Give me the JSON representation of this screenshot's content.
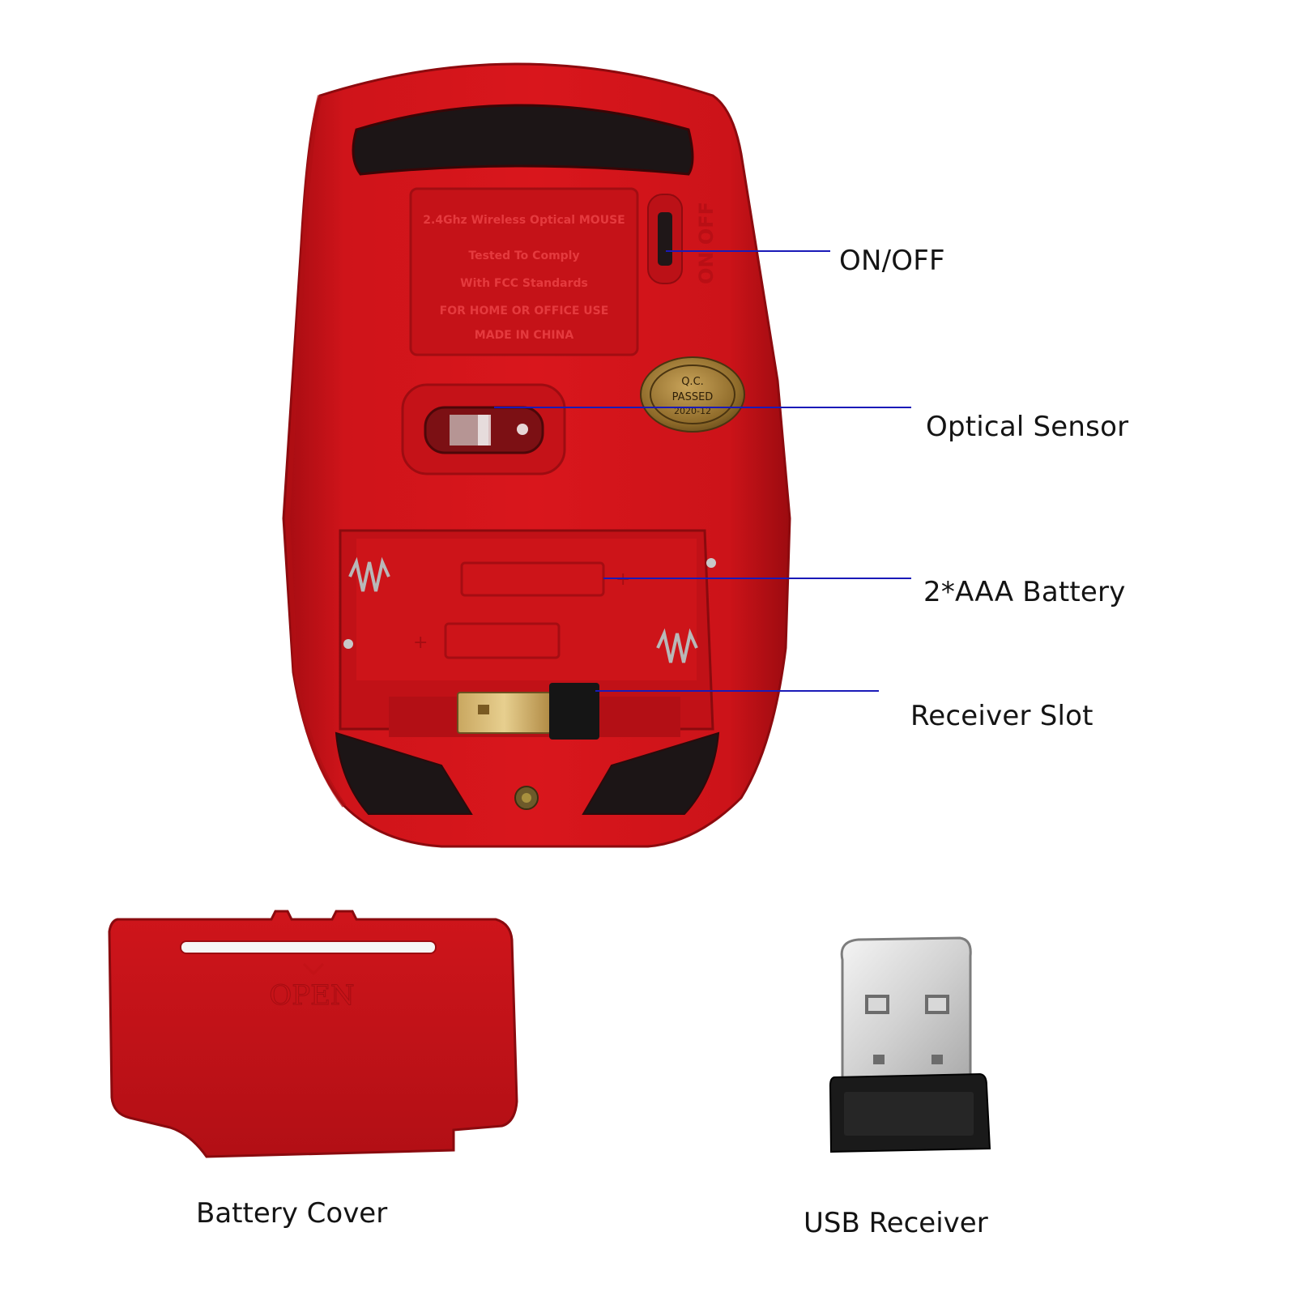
{
  "callouts": {
    "on_off": "ON/OFF",
    "optical_sensor": "Optical Sensor",
    "battery": "2*AAA Battery",
    "receiver_slot": "Receiver Slot"
  },
  "captions": {
    "battery_cover": "Battery Cover",
    "usb_receiver": "USB Receiver"
  },
  "device_markings": {
    "switch_label": "ON  OFF",
    "label_lines": [
      "2.4Ghz Wireless Optical MOUSE",
      "Tested To Comply",
      "With FCC Standards",
      "FOR HOME OR OFFICE USE",
      "MADE IN CHINA"
    ],
    "qc_sticker": [
      "Q.C.",
      "PASSED",
      "2020-12"
    ],
    "cover_open": "OPEN"
  },
  "colors": {
    "body_red": "#d4141a",
    "dark_red": "#a80d12",
    "pad_black": "#1c1516",
    "callout_line": "#1a1ab8"
  }
}
